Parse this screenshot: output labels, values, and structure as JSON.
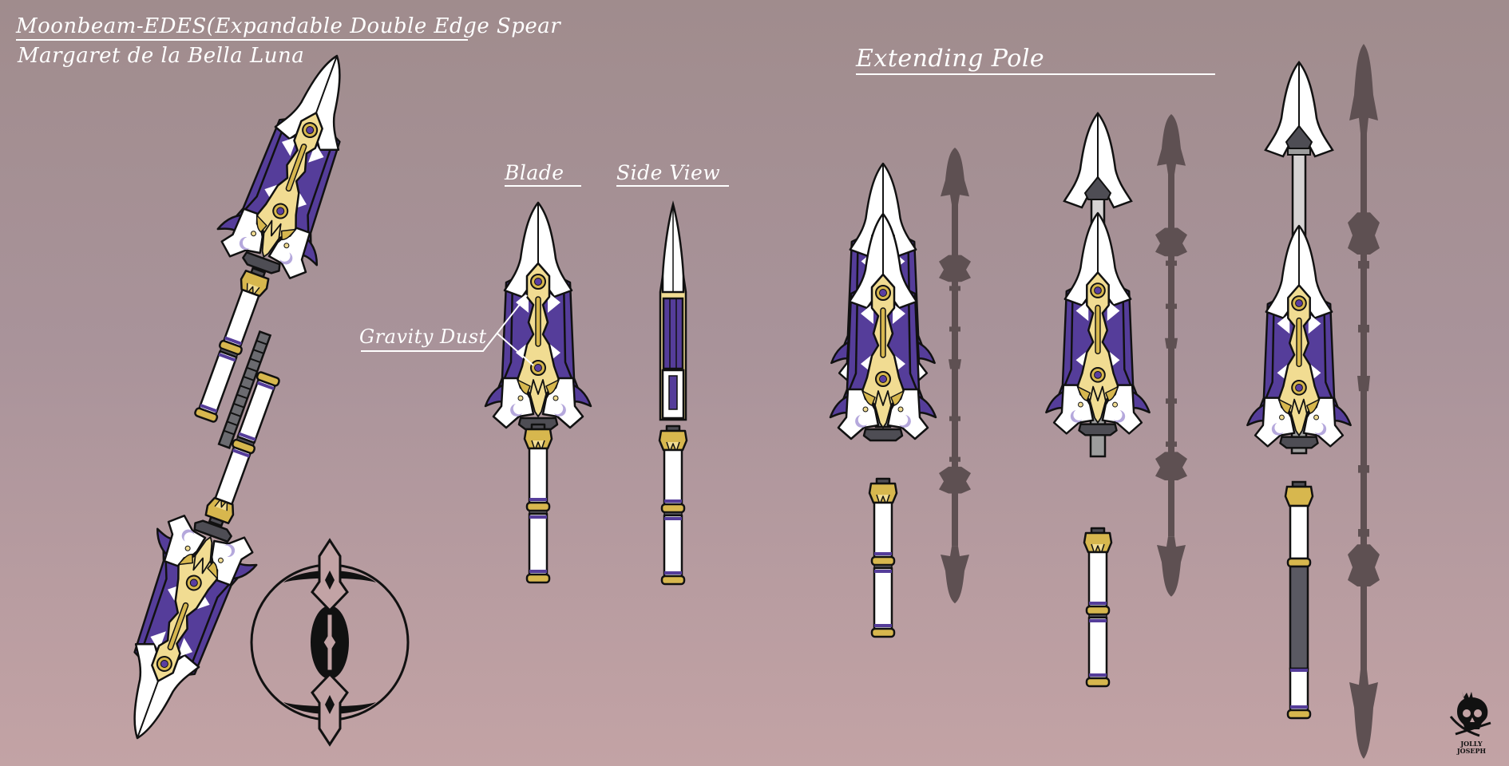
{
  "sheet": {
    "title": "Moonbeam-EDES(Expandable Double Edge Spear",
    "subtitle": "Margaret de la Bella Luna"
  },
  "sections": {
    "blade": "Blade",
    "side_view": "Side View",
    "extending_pole": "Extending Pole"
  },
  "annotations": {
    "gravity_dust": "Gravity Dust"
  },
  "watermark": {
    "line1": "JOLLY",
    "line2": "JOSEPH",
    "icon": "skull-crossed-swords-icon"
  },
  "colors": {
    "background_top": "#a08c8d",
    "background_bottom": "#c3a3a5",
    "blade_white": "#ffffff",
    "accent_purple": "#553d9a",
    "accent_gold": "#f1dc92",
    "gold_dark": "#d7b74e",
    "pole_dark": "#4e4d54",
    "pole_gray": "#9d9d9d",
    "pole_light": "#d6d3d3",
    "silhouette": "#5e5052",
    "moon_lavender": "#b5a8dc"
  },
  "figures": [
    {
      "id": "full-spear-diagonal",
      "view": "assembled double-edge spear"
    },
    {
      "id": "emblem",
      "view": "circular crescent emblem"
    },
    {
      "id": "blade-front",
      "view": "blade"
    },
    {
      "id": "blade-side",
      "view": "side view"
    },
    {
      "id": "pole-stage-1",
      "view": "extending pole collapsed"
    },
    {
      "id": "pole-stage-2",
      "view": "extending pole mid"
    },
    {
      "id": "pole-stage-3",
      "view": "extending pole full"
    }
  ]
}
